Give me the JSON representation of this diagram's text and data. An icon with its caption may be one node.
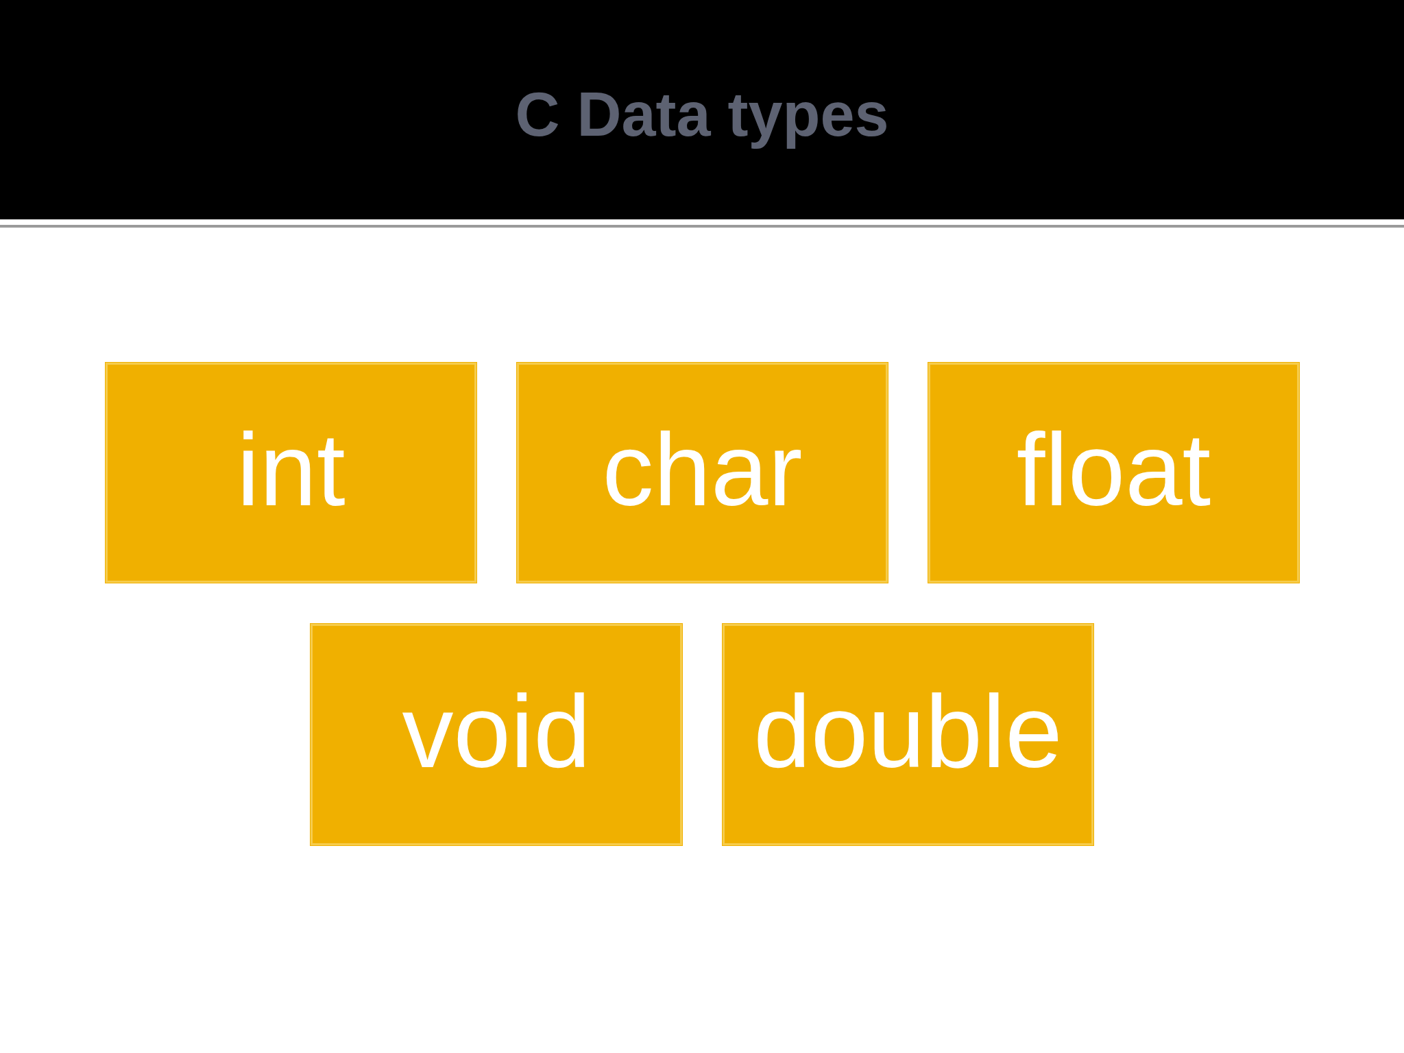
{
  "diagram": {
    "title": "C Data types",
    "nodes": [
      {
        "text": [
          "int"
        ]
      },
      {
        "text": [
          "char"
        ]
      },
      {
        "text": [
          "float"
        ]
      },
      {
        "text": [
          "void"
        ]
      },
      {
        "text": [
          "double"
        ]
      }
    ]
  }
}
